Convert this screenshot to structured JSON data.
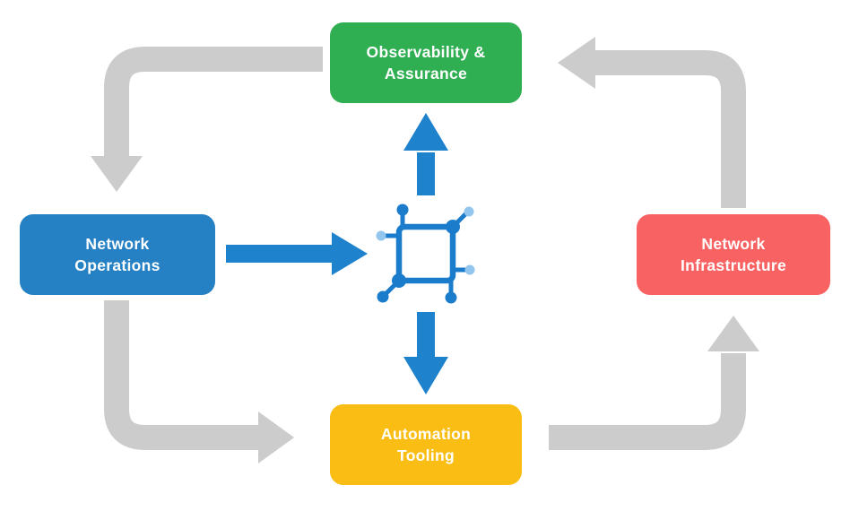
{
  "diagram": {
    "nodes": {
      "observability": {
        "label": "Observability &\nAssurance",
        "color": "#2fae52"
      },
      "operations": {
        "label": "Network\nOperations",
        "color": "#2581c4"
      },
      "infrastructure": {
        "label": "Network\nInfrastructure",
        "color": "#f96262"
      },
      "automation": {
        "label": "Automation\nTooling",
        "color": "#f9bd14"
      }
    },
    "center_icon": {
      "name": "network-hub",
      "primary_color": "#1b7ccb",
      "secondary_color": "#93c6ef"
    },
    "colors": {
      "cycle_arrow": "#cccccc",
      "data_arrow": "#1e82cd",
      "node_text": "#ffffff",
      "background": "#ffffff"
    }
  }
}
